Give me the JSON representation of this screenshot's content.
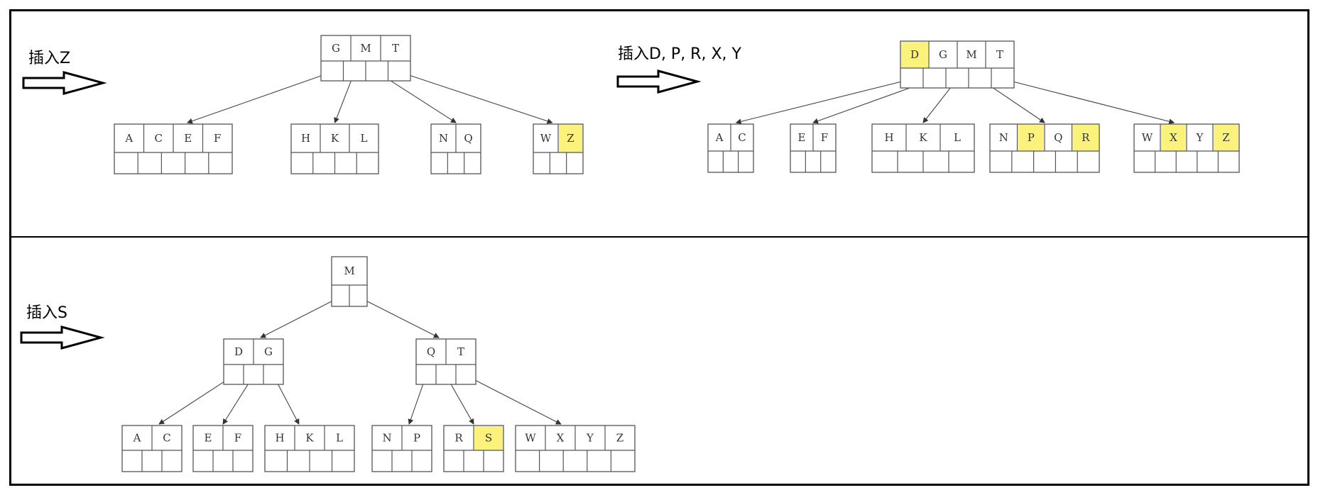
{
  "highlight_color": "#fbf27c",
  "panels": [
    {
      "label": "插入Z",
      "nodes": [
        {
          "keys": [
            "G",
            "M",
            "T"
          ],
          "highlight": []
        },
        {
          "keys": [
            "A",
            "C",
            "E",
            "F"
          ],
          "highlight": []
        },
        {
          "keys": [
            "H",
            "K",
            "L"
          ],
          "highlight": []
        },
        {
          "keys": [
            "N",
            "Q"
          ],
          "highlight": []
        },
        {
          "keys": [
            "W",
            "Z"
          ],
          "highlight": [
            "Z"
          ]
        }
      ]
    },
    {
      "label": "插入D, P, R, X, Y",
      "nodes": [
        {
          "keys": [
            "D",
            "G",
            "M",
            "T"
          ],
          "highlight": [
            "D"
          ]
        },
        {
          "keys": [
            "A",
            "C"
          ],
          "highlight": []
        },
        {
          "keys": [
            "E",
            "F"
          ],
          "highlight": []
        },
        {
          "keys": [
            "H",
            "K",
            "L"
          ],
          "highlight": []
        },
        {
          "keys": [
            "N",
            "P",
            "Q",
            "R"
          ],
          "highlight": [
            "P",
            "R"
          ]
        },
        {
          "keys": [
            "W",
            "X",
            "Y",
            "Z"
          ],
          "highlight": [
            "X",
            "Z"
          ]
        }
      ]
    },
    {
      "label": "插入S",
      "nodes": [
        {
          "keys": [
            "M"
          ],
          "highlight": []
        },
        {
          "keys": [
            "D",
            "G"
          ],
          "highlight": []
        },
        {
          "keys": [
            "Q",
            "T"
          ],
          "highlight": []
        },
        {
          "keys": [
            "A",
            "C"
          ],
          "highlight": []
        },
        {
          "keys": [
            "E",
            "F"
          ],
          "highlight": []
        },
        {
          "keys": [
            "H",
            "K",
            "L"
          ],
          "highlight": []
        },
        {
          "keys": [
            "N",
            "P"
          ],
          "highlight": []
        },
        {
          "keys": [
            "R",
            "S"
          ],
          "highlight": [
            "S"
          ]
        },
        {
          "keys": [
            "W",
            "X",
            "Y",
            "Z"
          ],
          "highlight": []
        }
      ]
    }
  ]
}
